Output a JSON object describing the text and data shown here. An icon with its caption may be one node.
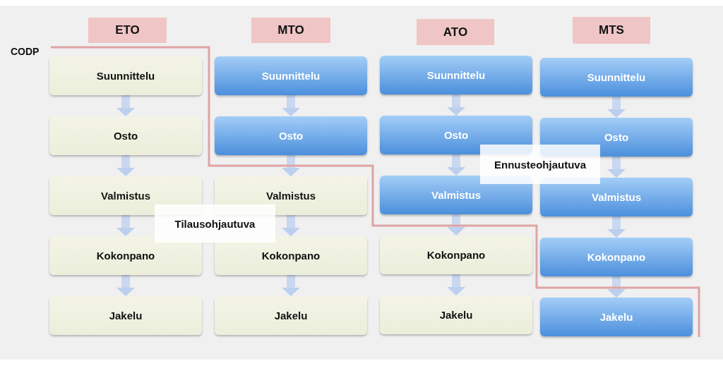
{
  "diagram": {
    "nodes": [
      {
        "text": [
          "ETO"
        ]
      },
      {
        "text": [
          "MTO"
        ]
      },
      {
        "text": [
          "ATO"
        ]
      },
      {
        "text": [
          "MTS"
        ]
      },
      {
        "text": [
          "Suunnittelu"
        ]
      },
      {
        "text": [
          "Osto"
        ]
      },
      {
        "text": [
          "Valmistus"
        ]
      },
      {
        "text": [
          "Kokonpano"
        ]
      },
      {
        "text": [
          "Jakelu"
        ]
      },
      {
        "text": [
          "Suunnittelu"
        ]
      },
      {
        "text": [
          "Osto"
        ]
      },
      {
        "text": [
          "Valmistus"
        ]
      },
      {
        "text": [
          "Kokonpano"
        ]
      },
      {
        "text": [
          "Jakelu"
        ]
      },
      {
        "text": [
          "Suunnittelu"
        ]
      },
      {
        "text": [
          "Osto"
        ]
      },
      {
        "text": [
          "Valmistus"
        ]
      },
      {
        "text": [
          "Kokonpano"
        ]
      },
      {
        "text": [
          "Jakelu"
        ]
      },
      {
        "text": [
          "Suunnittelu"
        ]
      },
      {
        "text": [
          "Osto"
        ]
      },
      {
        "text": [
          "Valmistus"
        ]
      },
      {
        "text": [
          "Kokonpano"
        ]
      },
      {
        "text": [
          "Jakelu"
        ]
      },
      {
        "text": [
          "Tilausohjautuva"
        ]
      },
      {
        "text": [
          "Ennusteohjautuva"
        ]
      }
    ],
    "edges": [
      {
        "from": 4,
        "to": 5,
        "arrow": "to"
      },
      {
        "from": 5,
        "to": 6,
        "arrow": "to"
      },
      {
        "from": 6,
        "to": 7,
        "arrow": "to"
      },
      {
        "from": 7,
        "to": 8,
        "arrow": "to"
      },
      {
        "from": 9,
        "to": 10,
        "arrow": "to"
      },
      {
        "from": 10,
        "to": 11,
        "arrow": "to"
      },
      {
        "from": 11,
        "to": 12,
        "arrow": "to"
      },
      {
        "from": 12,
        "to": 13,
        "arrow": "to"
      },
      {
        "from": 14,
        "to": 15,
        "arrow": "to"
      },
      {
        "from": 15,
        "to": 16,
        "arrow": "to"
      },
      {
        "from": 16,
        "to": 17,
        "arrow": "to"
      },
      {
        "from": 17,
        "to": 18,
        "arrow": "to"
      },
      {
        "from": 19,
        "to": 20,
        "arrow": "to"
      },
      {
        "from": 20,
        "to": 21,
        "arrow": "to"
      },
      {
        "from": 21,
        "to": 22,
        "arrow": "to"
      },
      {
        "from": 22,
        "to": 23,
        "arrow": "to"
      }
    ],
    "labels": [
      "CODP"
    ]
  }
}
